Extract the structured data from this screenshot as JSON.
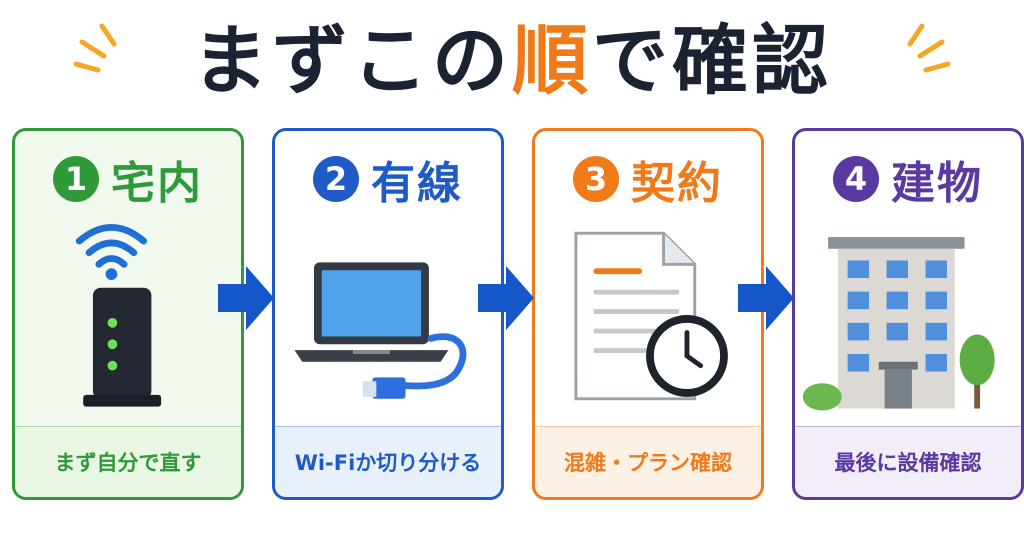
{
  "title": {
    "before": "まずこの",
    "accent": "順",
    "after": "で確認"
  },
  "steps": [
    {
      "number": "1",
      "heading": "宅内",
      "caption": "まず自分で直す",
      "color": "#2e9a3a",
      "bg": "#f2faef",
      "foot_bg": "#eaf6e4",
      "icon": "wifi-router-icon"
    },
    {
      "number": "2",
      "heading": "有線",
      "caption": "Wi-Fiか切り分ける",
      "color": "#1e5bc6",
      "bg": "#ffffff",
      "foot_bg": "#e8f0fc",
      "icon": "laptop-cable-icon"
    },
    {
      "number": "3",
      "heading": "契約",
      "caption": "混雑・プラン確認",
      "color": "#f07a1a",
      "bg": "#ffffff",
      "foot_bg": "#fdf1e6",
      "icon": "document-clock-icon"
    },
    {
      "number": "4",
      "heading": "建物",
      "caption": "最後に設備確認",
      "color": "#5a3aa0",
      "bg": "#ffffff",
      "foot_bg": "#f2edf8",
      "icon": "apartment-building-icon"
    }
  ],
  "colors": {
    "title": "#1b2333",
    "accent": "#f07a1a",
    "arrow": "#1557c8",
    "spark": "#f5a623"
  }
}
